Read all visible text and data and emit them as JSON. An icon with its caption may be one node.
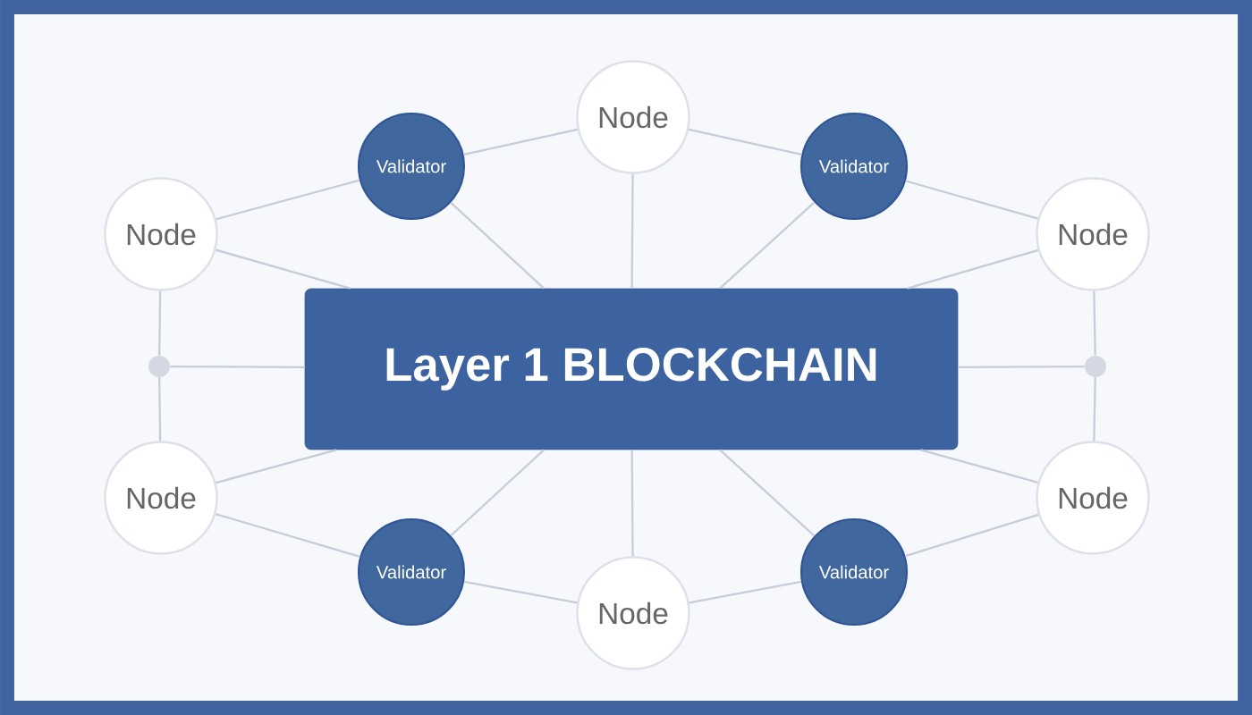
{
  "diagram": {
    "nodes": [
      {
        "text": [
          "Layer 1 BLOCKCHAIN"
        ]
      },
      {
        "text": [
          "Node"
        ]
      },
      {
        "text": [
          "Validator"
        ]
      },
      {
        "text": [
          "Validator"
        ]
      },
      {
        "text": [
          "Node"
        ]
      },
      {
        "text": [
          "Node"
        ]
      },
      {
        "text": [],
        "shape": "circle"
      },
      {
        "text": [],
        "shape": "circle"
      },
      {
        "text": [
          "Node"
        ]
      },
      {
        "text": [
          "Node"
        ]
      },
      {
        "text": [
          "Validator"
        ]
      },
      {
        "text": [
          "Validator"
        ]
      },
      {
        "text": [
          "Node"
        ]
      }
    ],
    "edges": [
      {
        "from": 4,
        "to": 2,
        "arrow": "none"
      },
      {
        "from": 2,
        "to": 1,
        "arrow": "none"
      },
      {
        "from": 1,
        "to": 3,
        "arrow": "none"
      },
      {
        "from": 3,
        "to": 5,
        "arrow": "none"
      },
      {
        "from": 4,
        "to": 6,
        "arrow": "none"
      },
      {
        "from": 6,
        "to": 8,
        "arrow": "none"
      },
      {
        "from": 5,
        "to": 7,
        "arrow": "none"
      },
      {
        "from": 7,
        "to": 9,
        "arrow": "none"
      },
      {
        "from": 8,
        "to": 10,
        "arrow": "none"
      },
      {
        "from": 10,
        "to": 12,
        "arrow": "none"
      },
      {
        "from": 12,
        "to": 11,
        "arrow": "none"
      },
      {
        "from": 11,
        "to": 9,
        "arrow": "none"
      },
      {
        "from": 1,
        "to": 0,
        "arrow": "none"
      },
      {
        "from": 2,
        "to": 0,
        "arrow": "none"
      },
      {
        "from": 3,
        "to": 0,
        "arrow": "none"
      },
      {
        "from": 4,
        "to": 0,
        "arrow": "none"
      },
      {
        "from": 5,
        "to": 0,
        "arrow": "none"
      },
      {
        "from": 6,
        "to": 0,
        "arrow": "none"
      },
      {
        "from": 7,
        "to": 0,
        "arrow": "none"
      },
      {
        "from": 8,
        "to": 0,
        "arrow": "none"
      },
      {
        "from": 9,
        "to": 0,
        "arrow": "none"
      },
      {
        "from": 10,
        "to": 0,
        "arrow": "none"
      },
      {
        "from": 11,
        "to": 0,
        "arrow": "none"
      },
      {
        "from": 12,
        "to": 0,
        "arrow": "none"
      }
    ]
  }
}
